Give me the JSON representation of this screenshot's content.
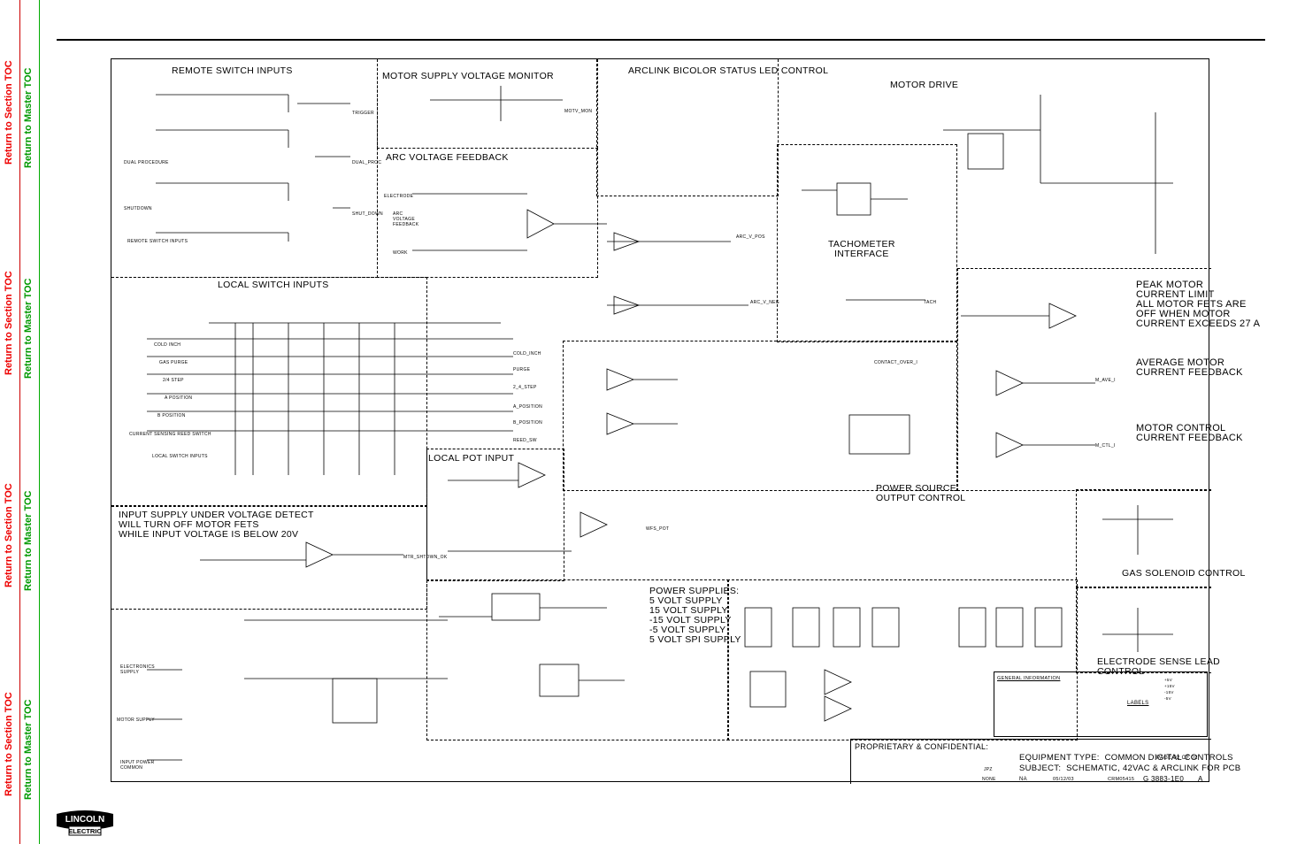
{
  "nav": {
    "section_toc": "Return to Section TOC",
    "master_toc": "Return to Master TOC"
  },
  "colors": {
    "section_link": "#e00000",
    "master_link": "#009900"
  },
  "logo": {
    "line1": "LINCOLN",
    "line2": "ELECTRIC"
  },
  "sections": {
    "remote_switch": "REMOTE SWITCH INPUTS",
    "motor_supply_monitor": "MOTOR SUPPLY VOLTAGE MONITOR",
    "arclink_led": "ARCLINK BICOLOR STATUS LED CONTROL",
    "motor_drive": "MOTOR DRIVE",
    "arc_voltage": "ARC VOLTAGE FEEDBACK",
    "tach": "TACHOMETER\nINTERFACE",
    "local_switch": "LOCAL SWITCH INPUTS",
    "peak_motor": "PEAK MOTOR\nCURRENT LIMIT",
    "peak_note": "ALL MOTOR FETS ARE\nOFF WHEN MOTOR\nCURRENT EXCEEDS 27 A",
    "avg_motor": "AVERAGE MOTOR\nCURRENT FEEDBACK",
    "motor_ctrl": "MOTOR CONTROL\nCURRENT FEEDBACK",
    "local_pot": "LOCAL POT INPUT",
    "power_source": "POWER SOURCE\nOUTPUT CONTROL",
    "undervoltage": "INPUT SUPPLY UNDER VOLTAGE DETECT\nWILL TURN OFF MOTOR FETS\nWHILE INPUT VOLTAGE IS BELOW 20V",
    "gas_solenoid": "GAS SOLENOID CONTROL",
    "power_supplies": "POWER SUPPLIES:\n5 VOLT SUPPLY\n15 VOLT SUPPLY\n-15 VOLT SUPPLY\n-5 VOLT SUPPLY\n5 VOLT SPI SUPPLY",
    "electrode_sense": "ELECTRODE SENSE LEAD\nCONTROL"
  },
  "signals": {
    "trigger": "TRIGGER",
    "dual_proc": "DUAL_PROC",
    "shut_down": "SHUT_DOWN",
    "motv_mon": "MOTV_MON",
    "arc_v_pos": "ARC_V_POS",
    "arc_v_neg": "ARC_V_NEG",
    "mtr_shdn": "MTR_SHTDWN_OK",
    "cold_inch": "COLD_INCH",
    "purge": "PURGE",
    "two_four_step": "2_4_STEP",
    "a_position": "A_POSITION",
    "b_position": "B_POSITION",
    "reed_sw": "REED_SW",
    "contact_over": "CONTACT_OVER_I",
    "tach": "TACH",
    "m_ave": "M_AVE_I",
    "m_ctl": "M_CTL_I",
    "wfs_pot": "WFS_POT",
    "plus5v": "+5V",
    "plus15v": "+15V",
    "minus15v": "-15V",
    "minus5v": "-5V"
  },
  "left_labels": {
    "dual_procedure": "DUAL PROCEDURE",
    "shutdown": "SHUTDOWN",
    "remote_switch_inputs": "REMOTE SWITCH INPUTS",
    "cold_inch": "COLD INCH",
    "gas_purge": "GAS PURGE",
    "two_four_step": "2/4 STEP",
    "a_position": "A POSITION",
    "b_position": "B POSITION",
    "current_sensing": "CURRENT SENSING REED SWITCH",
    "local_switch_inputs": "LOCAL SWITCH INPUTS",
    "electronics_supply": "ELECTRONICS\nSUPPLY",
    "motor_supply": "MOTOR SUPPLY",
    "input_power_common": "INPUT POWER\nCOMMON",
    "electrode": "ELECTRODE",
    "work": "WORK",
    "arc_voltage_feedback": "ARC\nVOLTAGE\nFEEDBACK"
  },
  "title_block": {
    "proprietary": "PROPRIETARY & CONFIDENTIAL:",
    "equipment": "EQUIPMENT TYPE:  COMMON DIGITAL CONTROLS",
    "page": "PAGE 02 OF 02",
    "subject": "SUBJECT:  SCHEMATIC, 42VAC & ARCLINK FOR PCB",
    "doc_number": "G 3883-1E0",
    "revision": "A",
    "scale": "NONE",
    "date": "05/12/03",
    "project": "CRM05415",
    "drawn_by": "JPZ",
    "disposition": "NA",
    "general_info": "GENERAL INFORMATION",
    "labels": "LABELS"
  }
}
